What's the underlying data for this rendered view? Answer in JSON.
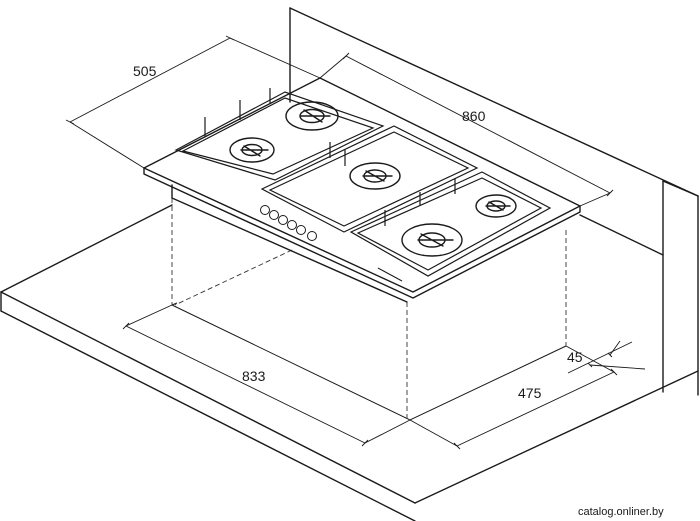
{
  "dimensions": {
    "depth": "505",
    "width": "860",
    "cutout_width": "833",
    "cutout_depth": "475",
    "edge_offset": "45"
  },
  "watermark": "catalog.onliner.by"
}
